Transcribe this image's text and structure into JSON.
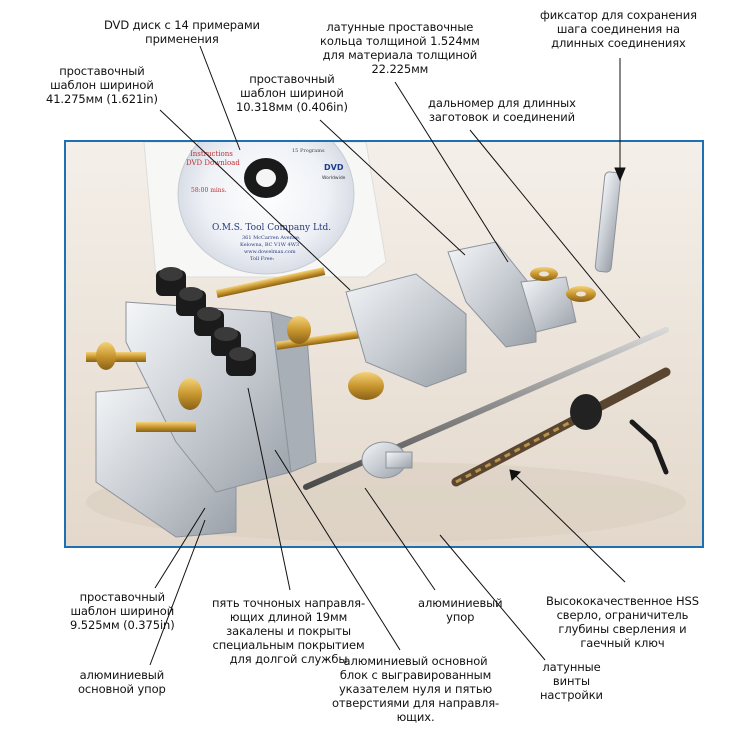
{
  "labels": {
    "dvd": [
      "DVD диск с 14 примерами",
      "применения"
    ],
    "brass_rings": [
      "латунные проставочные",
      "кольца толщиной 1.524мм",
      "для материала толщиной",
      "22.225мм"
    ],
    "lock": [
      "фиксатор для сохранения",
      "шага соединения на",
      "длинных соединениях"
    ],
    "spacer_41": [
      "проставочный",
      "шаблон шириной",
      "41.275мм (1.621in)"
    ],
    "spacer_10": [
      "проставочный",
      "шаблон шириной",
      "10.318мм (0.406in)"
    ],
    "rangefinder": [
      "дальномер для длинных",
      "заготовок и соединений"
    ],
    "spacer_9": [
      "проставочный",
      "шаблон шириной",
      "9.525мм (0.375in)"
    ],
    "guides": [
      "пять точноных направля-",
      "ющих длиной 19мм",
      "закалены и покрыты",
      "специальным покрытием",
      "для долгой службы"
    ],
    "alu_stop": [
      "алюминиевый",
      "упор"
    ],
    "hss": [
      "Высококачественное HSS",
      "сверло, ограничитель",
      "глубины сверления и",
      "гаечный ключ"
    ],
    "alu_base_stop": [
      "алюминиевый",
      "основной упор"
    ],
    "alu_block": [
      "алюминиевый основной",
      "блок с выгравированным",
      "указателем нуля и пятью",
      "отверстиями для направля-",
      "ющих."
    ],
    "brass_screws": [
      "латунные",
      "винты",
      "настройки"
    ]
  },
  "dvd_disc": {
    "title_line1": "Instructions",
    "title_line2": "DVD Download",
    "programs": "15 Programs",
    "runtime": "58:00 mins.",
    "dvd_logo": "DVD",
    "region": "Worldwide",
    "company": "O.M.S. Tool Company Ltd.",
    "address1": "361 McCarren Avenue,",
    "address2": "Kelowna, BC V1W 4W3",
    "website": "www.dowelmax.com",
    "tollfree": "Toll Free:"
  },
  "colors": {
    "frame": "#1f6fb3",
    "brass": "#c9a23a",
    "aluminum": "#d9dde2",
    "black": "#1b1b1b"
  }
}
